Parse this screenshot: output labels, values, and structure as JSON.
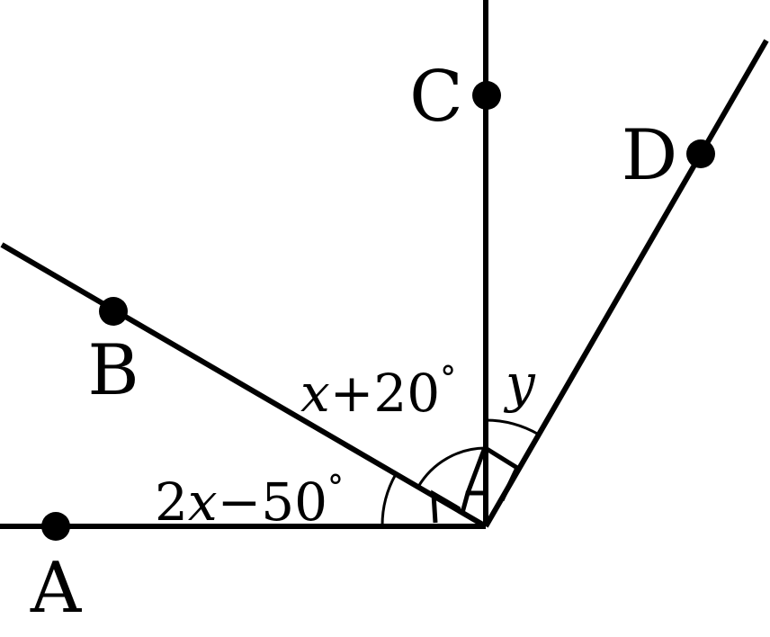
{
  "points": {
    "A": "A",
    "B": "B",
    "C": "C",
    "D": "D"
  },
  "angles": {
    "angle_ABO": {
      "coef": "2",
      "var": "x",
      "rest": "−50",
      "degree": "°"
    },
    "angle_BOC": {
      "var": "x",
      "rest": "+20",
      "degree": "°"
    },
    "angle_COD": {
      "var": "y"
    }
  }
}
